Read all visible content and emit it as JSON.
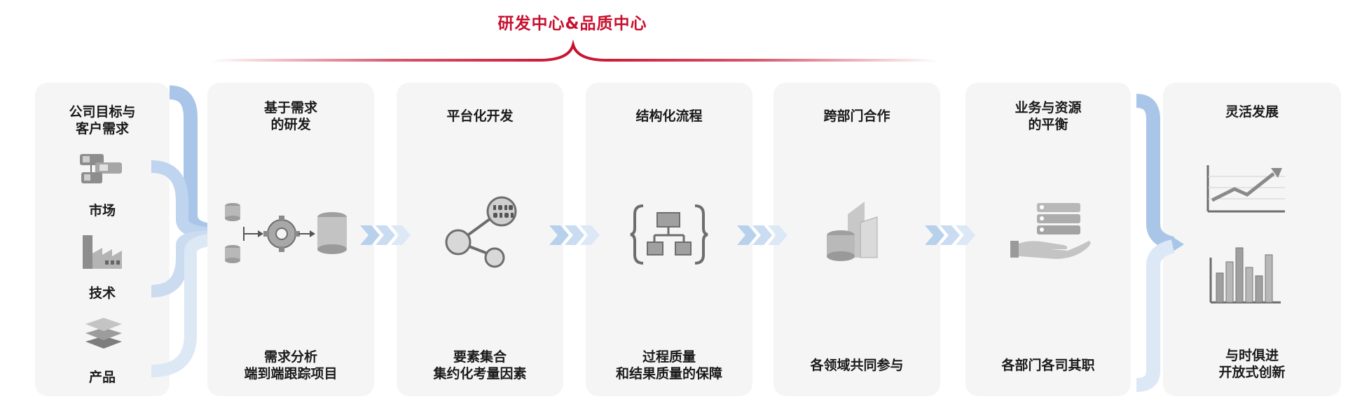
{
  "top_label": "研发中心&品质中心",
  "left_panel": {
    "title": "公司目标与\n客户需求",
    "items": [
      {
        "label": "市场",
        "icon": "market-devices-icon"
      },
      {
        "label": "技术",
        "icon": "factory-icon"
      },
      {
        "label": "产品",
        "icon": "layers-icon"
      }
    ]
  },
  "panels": [
    {
      "title": "基于需求\n的研发",
      "bottom": "需求分析\n端到端跟踪项目",
      "icon": "gear-database-icon"
    },
    {
      "title": "平台化开发",
      "bottom": "要素集合\n集约化考量因素",
      "icon": "share-binary-icon"
    },
    {
      "title": "结构化流程",
      "bottom": "过程质量\n和结果质量的保障",
      "icon": "hierarchy-braces-icon"
    },
    {
      "title": "跨部门合作",
      "bottom": "各领域共同参与",
      "icon": "buildings-database-icon"
    },
    {
      "title": "业务与资源\n的平衡",
      "bottom": "各部门各司其职",
      "icon": "hand-servers-icon"
    }
  ],
  "right_panel": {
    "title": "灵活发展",
    "bottom": "与时俱进\n开放式创新",
    "icons": [
      "line-chart-icon",
      "bar-chart-icon"
    ]
  },
  "colors": {
    "accent_red": "#c8102e",
    "panel_bg": "#f5f5f5",
    "arrow_blue": "#a9c6e8",
    "arrow_blue_light": "#d5e4f4"
  }
}
